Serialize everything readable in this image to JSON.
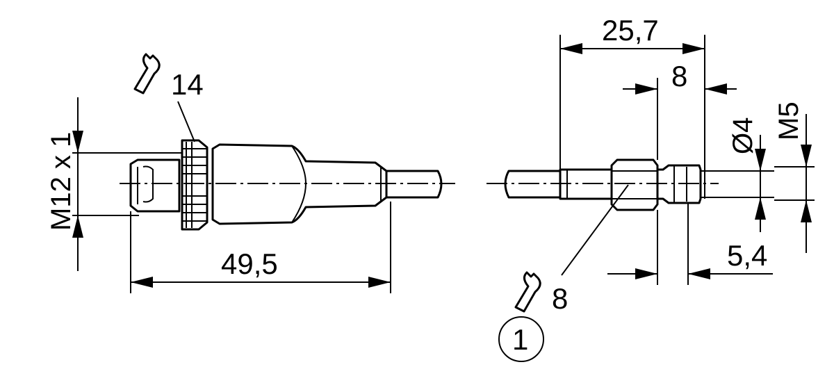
{
  "dimensions": {
    "m12_thread": "M12 x 1",
    "wrench_14": "14",
    "length_49_5": "49,5",
    "length_25_7": "25,7",
    "length_8": "8",
    "diameter_4": "Ø4",
    "thread_m5": "M5",
    "length_5_4": "5,4",
    "wrench_8": "8",
    "callout_1": "1"
  },
  "icons": {
    "wrench": "wrench-icon"
  }
}
